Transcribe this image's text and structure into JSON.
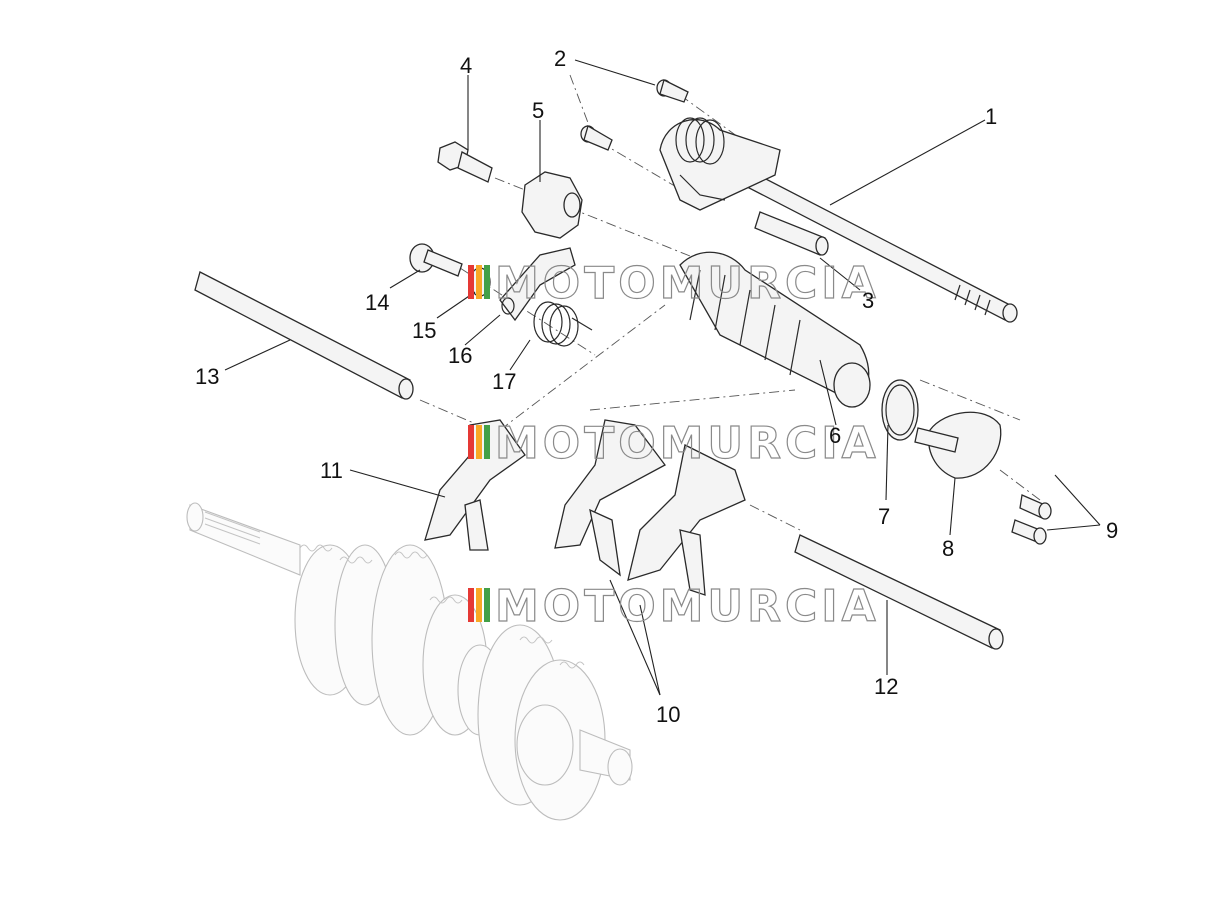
{
  "diagram": {
    "callouts": [
      "1",
      "2",
      "3",
      "4",
      "5",
      "6",
      "7",
      "8",
      "9",
      "10",
      "11",
      "12",
      "13",
      "14",
      "15",
      "16",
      "17"
    ],
    "watermark": "MOTOMURCIA",
    "watermark_colors": [
      "#e53935",
      "#f9a825",
      "#43a047"
    ]
  }
}
